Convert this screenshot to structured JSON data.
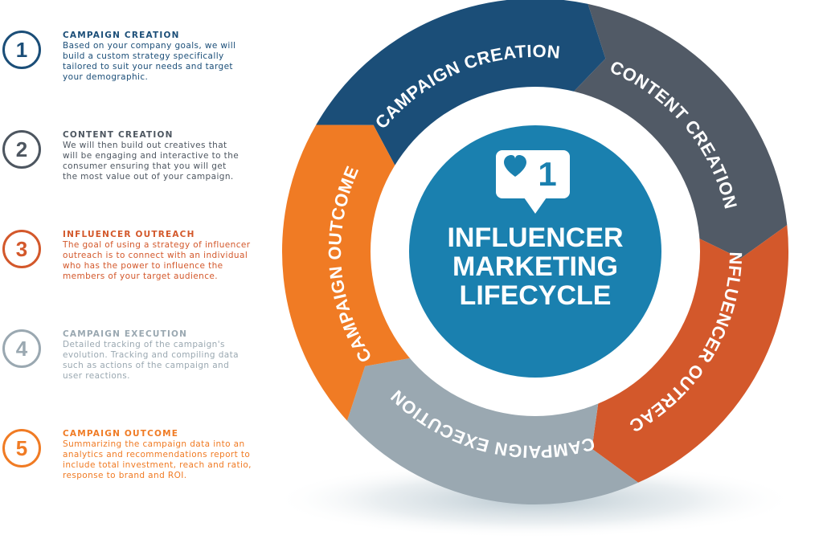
{
  "center": {
    "title_lines": [
      "INFLUENCER",
      "MARKETING",
      "LIFECYCLE"
    ],
    "badge_count": "1",
    "badge_icon": "heart-icon"
  },
  "colors": {
    "navy": "#1b4e78",
    "slate": "#515a66",
    "orange_dark": "#d3582b",
    "gray": "#9aa8b1",
    "orange": "#f07b24",
    "center_blue": "#1a80af"
  },
  "ring_labels": [
    "CAMPAIGN CREATION",
    "CONTENT CREATION",
    "INFLUENCER OUTREACH",
    "CAMPAIGN EXECUTION",
    "CAMPAIGN OUTCOME"
  ],
  "steps": [
    {
      "number": "1",
      "title": "CAMPAIGN CREATION",
      "desc_lines": [
        "Based on your company goals, we will",
        "build a custom strategy specifically",
        "tailored to suit your needs and target",
        "your demographic."
      ],
      "color": "#1b4e78"
    },
    {
      "number": "2",
      "title": "CONTENT CREATION",
      "desc_lines": [
        "We will then build out creatives that",
        "will be engaging and interactive to the",
        "consumer ensuring that you will get",
        "the most value out of your campaign."
      ],
      "color": "#4d5660"
    },
    {
      "number": "3",
      "title": "INFLUENCER OUTREACH",
      "desc_lines": [
        "The goal of using a strategy of influencer",
        "outreach is to connect with an individual",
        "who has the power to influence the",
        "members of your target audience."
      ],
      "color": "#d3582b"
    },
    {
      "number": "4",
      "title": "CAMPAIGN EXECUTION",
      "desc_lines": [
        "Detailed tracking of the campaign's",
        "evolution. Tracking and compiling data",
        "such as actions of the campaign and",
        "user reactions."
      ],
      "color": "#9aa8b1"
    },
    {
      "number": "5",
      "title": "CAMPAIGN OUTCOME",
      "desc_lines": [
        "Summarizing the campaign data into an",
        "analytics and recommendations report to",
        "include total investment, reach and ratio,",
        "response to brand and ROI."
      ],
      "color": "#f07b24"
    }
  ]
}
